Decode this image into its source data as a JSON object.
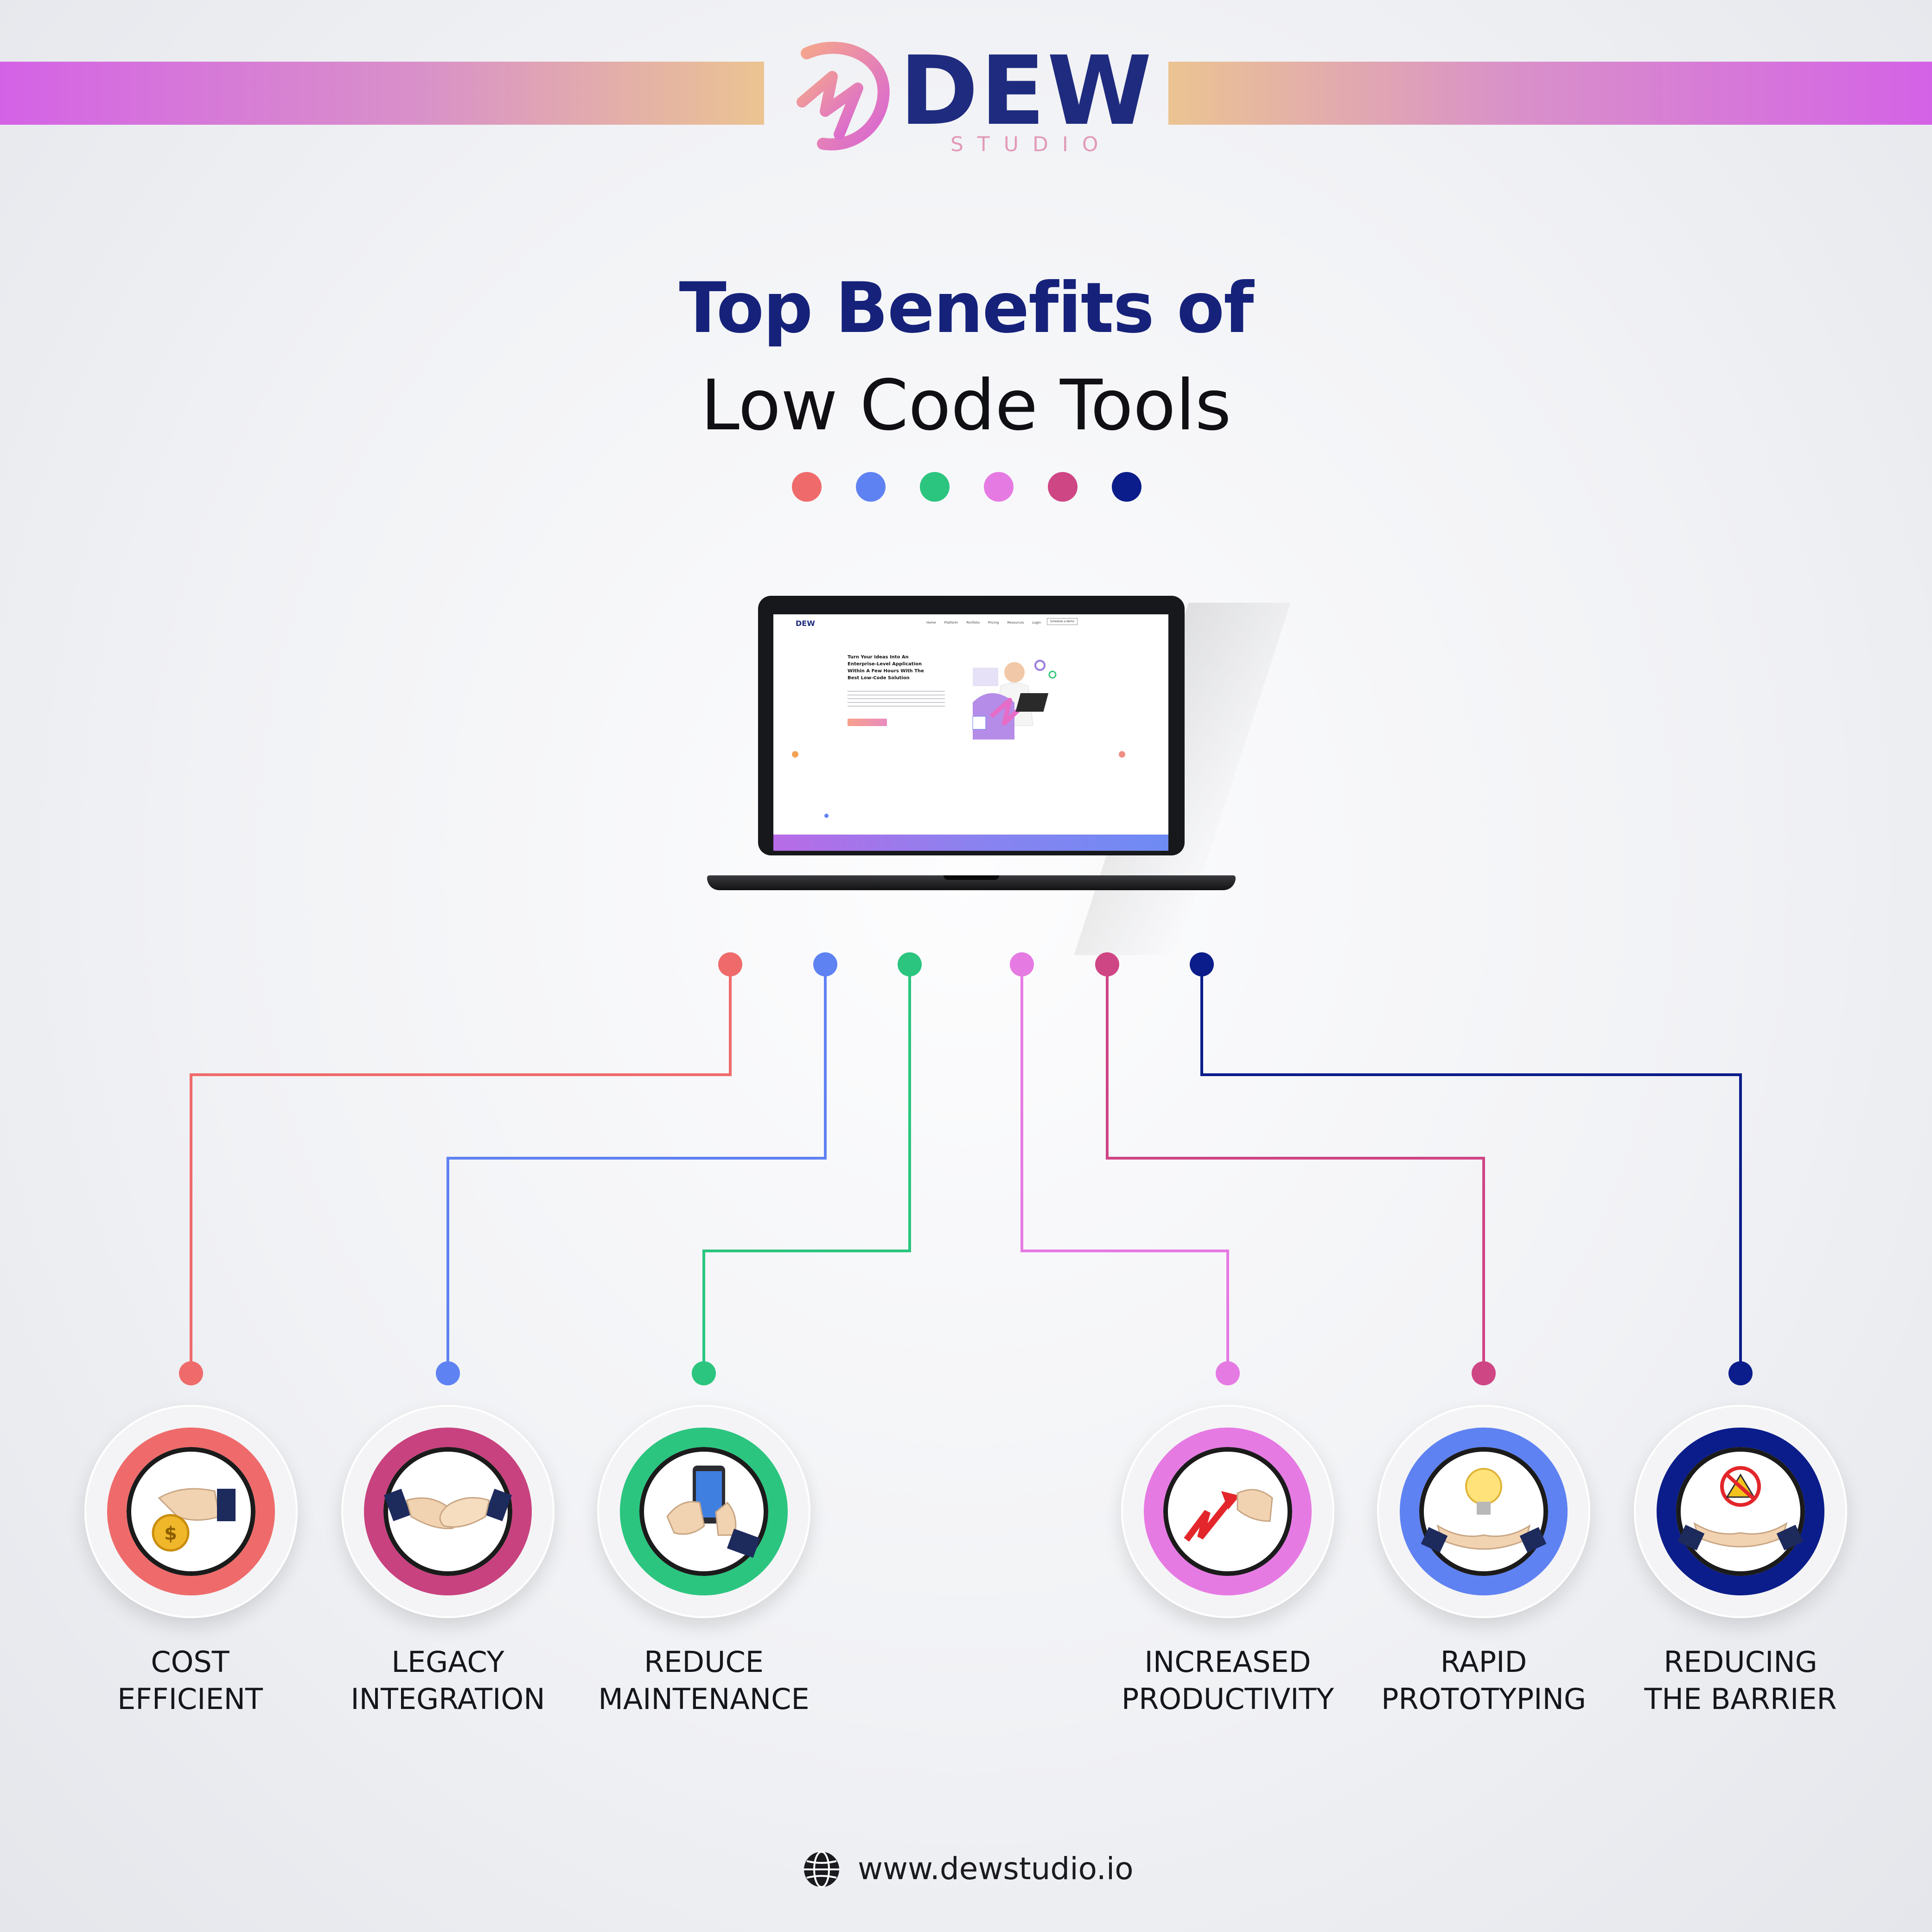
{
  "brand": {
    "name": "DEW",
    "sub": "STUDIO"
  },
  "title": {
    "line1": "Top Benefits of",
    "line2": "Low Code Tools"
  },
  "palette": [
    "#ef6b6b",
    "#5f82f2",
    "#2bc57f",
    "#e67ae3",
    "#cf4685",
    "#0b1d8a"
  ],
  "laptop_screen": {
    "nav": [
      "Home",
      "Platform",
      "Portfolio",
      "Pricing",
      "Resources",
      "Login"
    ],
    "cta": "Schedule a demo",
    "headline": [
      "Turn Your Ideas Into An",
      "Enterprise-Level Application",
      "Within A Few Hours With The",
      "Best Low-Code Solution"
    ]
  },
  "benefits": [
    {
      "line1": "COST",
      "line2": "EFFICIENT",
      "color": "#ef6b6b",
      "icon": "coin-hand-icon"
    },
    {
      "line1": "LEGACY",
      "line2": "INTEGRATION",
      "color": "#c8427f",
      "icon": "handshake-icon"
    },
    {
      "line1": "REDUCE",
      "line2": "MAINTENANCE",
      "color": "#2bc57f",
      "icon": "smartphone-hand-icon"
    },
    {
      "line1": "INCREASED",
      "line2": "PRODUCTIVITY",
      "color": "#e67ae3",
      "icon": "growth-arrow-icon"
    },
    {
      "line1": "RAPID",
      "line2": "PROTOTYPING",
      "color": "#5f82f2",
      "icon": "lightbulb-hand-icon"
    },
    {
      "line1": "REDUCING",
      "line2": "THE BARRIER",
      "color": "#0b1d8a",
      "icon": "warning-sign-hand-icon"
    }
  ],
  "footer": {
    "url": "www.dewstudio.io",
    "icon": "globe-icon"
  }
}
